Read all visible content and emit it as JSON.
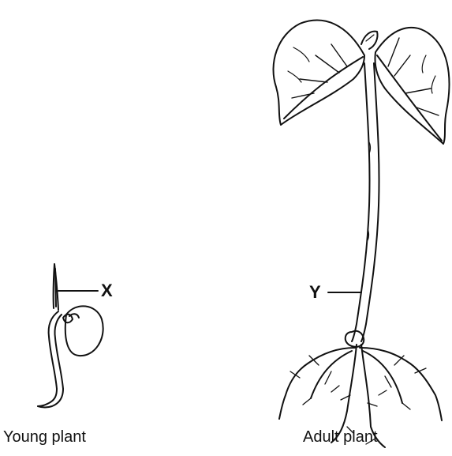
{
  "diagram": {
    "young": {
      "caption": "Young plant",
      "label": "X"
    },
    "adult": {
      "caption": "Adult plant",
      "label": "Y"
    }
  },
  "colors": {
    "ink": "#111111",
    "background": "#ffffff"
  }
}
